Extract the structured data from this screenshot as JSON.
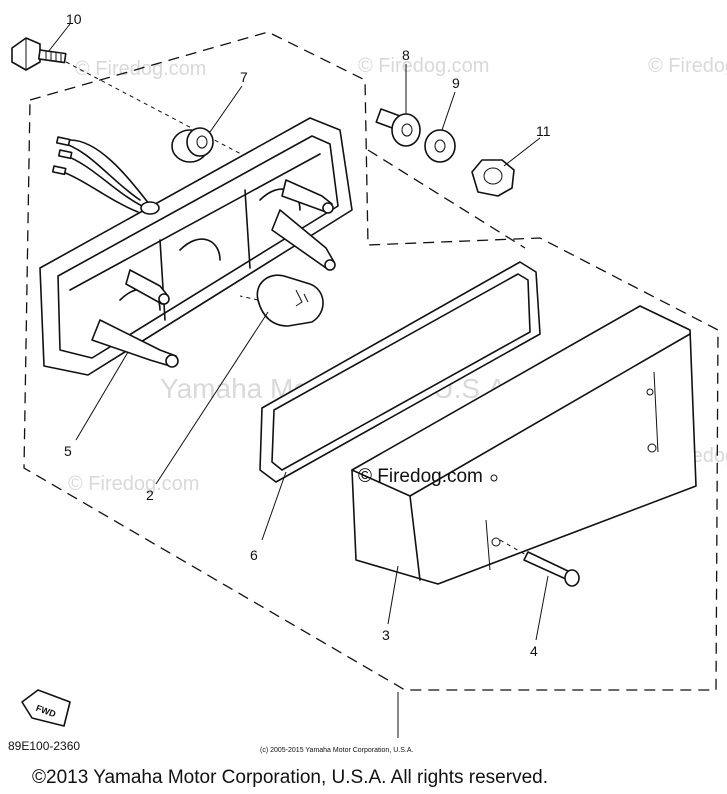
{
  "watermarks": {
    "firedog": "© Firedog.com",
    "firedog_bold": "© Firedog.com",
    "yamaha": "Yamaha Motor Corp., U.S.A."
  },
  "callouts": [
    "10",
    "7",
    "8",
    "9",
    "11",
    "5",
    "2",
    "6",
    "3",
    "4"
  ],
  "fwd_label": "FWD",
  "diagram_code": "89E100-2360",
  "small_copyright": "(c) 2005-2015 Yamaha Motor Corporation, U.S.A.",
  "footer": "©2013 Yamaha Motor Corporation, U.S.A. All rights reserved."
}
